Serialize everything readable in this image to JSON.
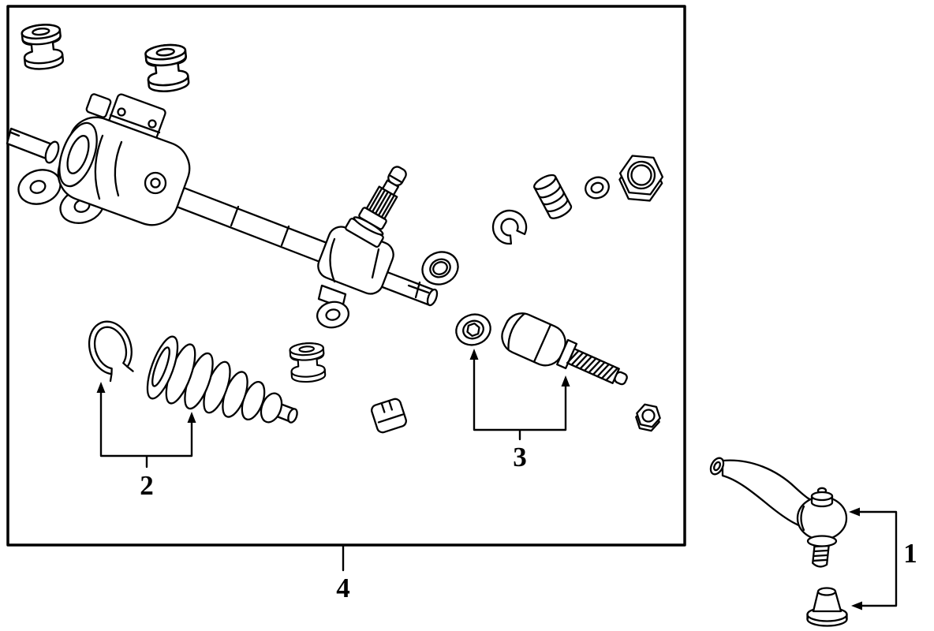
{
  "theme": {
    "background": "#ffffff",
    "ink": "#000000"
  },
  "diagram": {
    "callouts": {
      "c1": {
        "label": "1"
      },
      "c2": {
        "label": "2"
      },
      "c3": {
        "label": "3"
      },
      "c4": {
        "label": "4"
      }
    }
  }
}
